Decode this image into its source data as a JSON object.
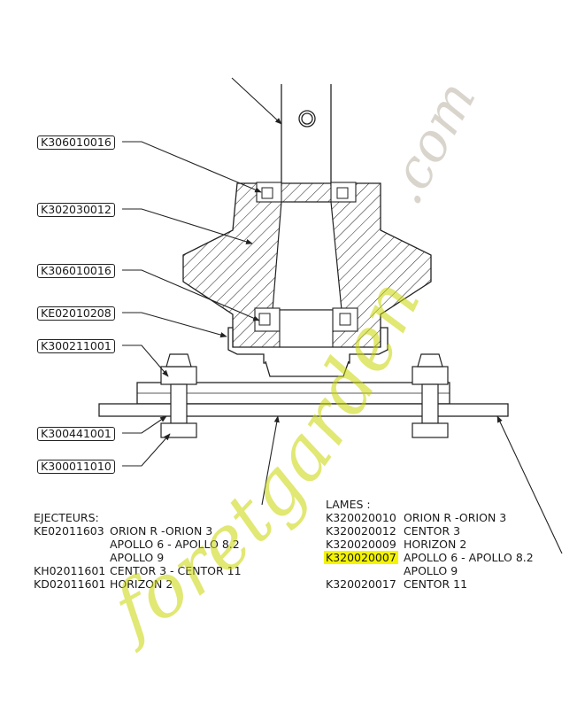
{
  "diagram": {
    "part_labels": [
      "K306010016",
      "K302030012",
      "K306010016",
      "KE02010208",
      "K300211001",
      "K300441001",
      "K300011010"
    ],
    "ejecteurs": {
      "title": "EJECTEURS:",
      "rows": [
        {
          "code": "KE02011603",
          "models": "ORION R -ORION 3"
        },
        {
          "code": "",
          "models": "APOLLO 6 - APOLLO 8.2"
        },
        {
          "code": "",
          "models": "APOLLO 9"
        },
        {
          "code": "KH02011601",
          "models": "CENTOR 3 - CENTOR 11"
        },
        {
          "code": "KD02011601",
          "models": "HORIZON 2"
        }
      ]
    },
    "lames": {
      "title": "LAMES :",
      "rows": [
        {
          "code": "K320020010",
          "models": "ORION R -ORION 3"
        },
        {
          "code": "K320020012",
          "models": "CENTOR 3"
        },
        {
          "code": "K320020009",
          "models": "HORIZON 2"
        },
        {
          "code": "K320020007",
          "models": "APOLLO 6 - APOLLO 8.2",
          "highlighted": true
        },
        {
          "code": "",
          "models": "APOLLO 9"
        },
        {
          "code": "K320020017",
          "models": "CENTOR 11"
        }
      ]
    },
    "highlight_color": "#f4f400",
    "line_color": "#222222"
  },
  "watermark": {
    "text": "foretgarden.com",
    "colors": [
      "#c9d600",
      "#cfcac0"
    ]
  }
}
